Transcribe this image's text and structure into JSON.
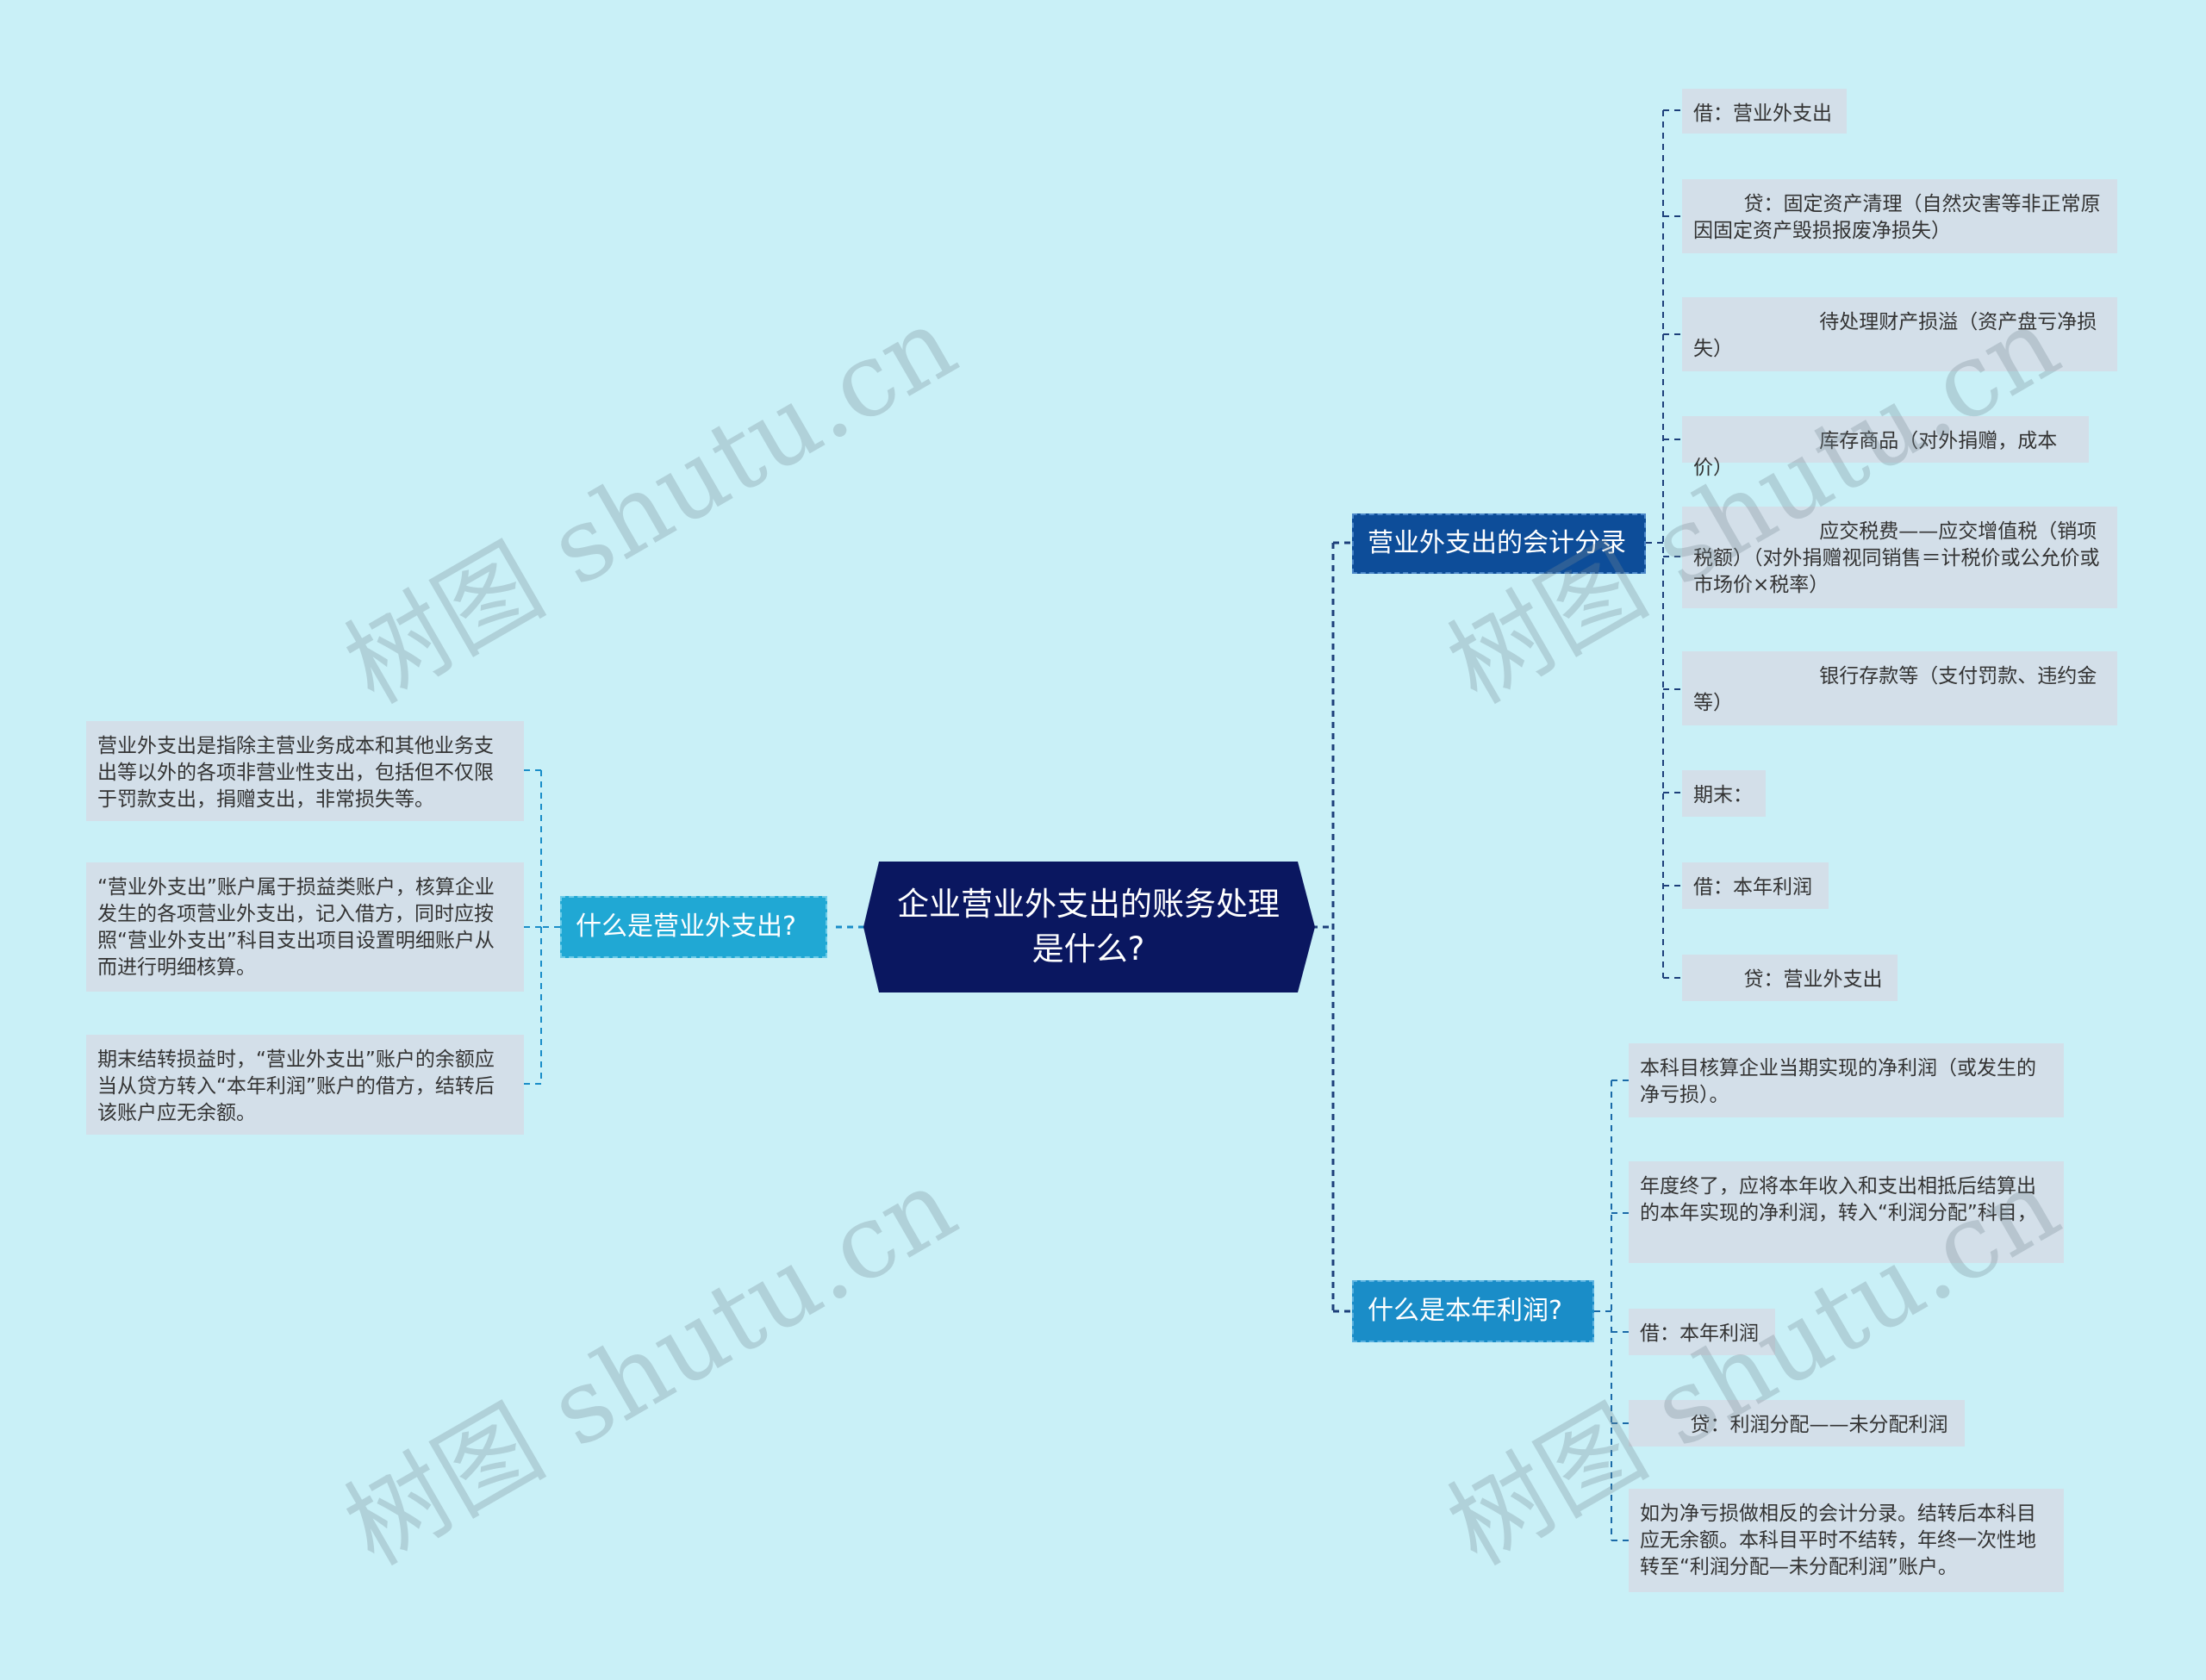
{
  "root": {
    "title": "企业营业外支出的账务处理是什么?"
  },
  "branches": {
    "entries": {
      "label": "营业外支出的会计分录",
      "items": [
        "借：营业外支出",
        "        贷：固定资产清理（自然灾害等非正常原因固定资产毁损报废净损失）",
        "                    待处理财产损溢（资产盘亏净损失）",
        "                    库存商品（对外捐赠，成本价）",
        "                    应交税费——应交增值税（销项税额）（对外捐赠视同销售＝计税价或公允价或市场价×税率）",
        "                    银行存款等（支付罚款、违约金等）",
        "期末：",
        "借：本年利润",
        "        贷：营业外支出"
      ]
    },
    "definition": {
      "label": "什么是营业外支出?",
      "items": [
        "营业外支出是指除主营业务成本和其他业务支出等以外的各项非营业性支出，包括但不仅限于罚款支出，捐赠支出，非常损失等。",
        "“营业外支出”账户属于损益类账户，核算企业发生的各项营业外支出，记入借方，同时应按照“营业外支出”科目支出项目设置明细账户从而进行明细核算。",
        "期末结转损益时，“营业外支出”账户的余额应当从贷方转入“本年利润”账户的借方，结转后该账户应无余额。"
      ]
    },
    "profit": {
      "label": "什么是本年利润?",
      "items": [
        "本科目核算企业当期实现的净利润（或发生的净亏损）。",
        "年度终了，应将本年收入和支出相抵后结算出的本年实现的净利润，转入“利润分配”科目，",
        "借：本年利润",
        "        贷：利润分配——未分配利润",
        "如为净亏损做相反的会计分录。结转后本科目应无余额。本科目平时不结转，年终一次性地转至“利润分配—未分配利润”账户。"
      ]
    }
  },
  "watermark": "树图 shutu.cn",
  "colors": {
    "background": "#c9f0f7",
    "root_fill": "#0a1760",
    "branch_entries": "#0d4d99",
    "branch_profit": "#1a8dc8",
    "branch_definition": "#20a8d4",
    "leaf_fill": "#d3dfe9",
    "connector": "#1d5a86"
  }
}
